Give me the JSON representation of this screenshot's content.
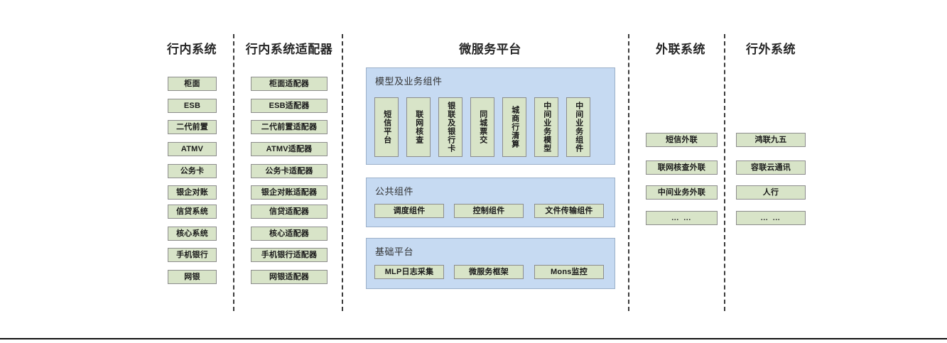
{
  "diagram": {
    "columns": [
      {
        "id": "in-bank-systems",
        "title": "行内系统",
        "nodes": [
          "柜面",
          "ESB",
          "二代前置",
          "ATMV",
          "公务卡",
          "银企对账",
          "信贷系统",
          "核心系统",
          "手机银行",
          "网银"
        ]
      },
      {
        "id": "in-bank-adapters",
        "title": "行内系统适配器",
        "nodes": [
          "柜面适配器",
          "ESB适配器",
          "二代前置适配器",
          "ATMV适配器",
          "公务卡适配器",
          "银企对账适配器",
          "信贷适配器",
          "核心适配器",
          "手机银行适配器",
          "网银适配器"
        ]
      },
      {
        "id": "microservice-platform",
        "title": "微服务平台"
      },
      {
        "id": "external-link-systems",
        "title": "外联系统",
        "nodes": [
          "短信外联",
          "联网核查外联",
          "中间业务外联",
          "… …"
        ]
      },
      {
        "id": "out-bank-systems",
        "title": "行外系统",
        "nodes": [
          "鸿联九五",
          "容联云通讯",
          "人行",
          "… …"
        ]
      }
    ],
    "platform": {
      "panels": [
        {
          "id": "model-business-components",
          "title": "模型及业务组件",
          "orientation": "vertical",
          "nodes": [
            "短信平台",
            "联网核查",
            "银联及银行卡",
            "同城票交",
            "城商行清算",
            "中间业务模型",
            "中间业务组件"
          ]
        },
        {
          "id": "common-components",
          "title": "公共组件",
          "orientation": "horizontal",
          "nodes": [
            "调度组件",
            "控制组件",
            "文件传输组件"
          ]
        },
        {
          "id": "base-platform",
          "title": "基础平台",
          "orientation": "horizontal",
          "nodes": [
            "MLP日志采集",
            "微服务框架",
            "Mons监控"
          ]
        }
      ]
    },
    "colors": {
      "node_fill": "#d8e4c8",
      "node_border": "#8c8c8c",
      "panel_fill": "#c6daf2",
      "panel_border": "#9bb0c9",
      "separator": "#3b3b3b",
      "text": "#1a1a1a",
      "background": "#ffffff"
    }
  }
}
